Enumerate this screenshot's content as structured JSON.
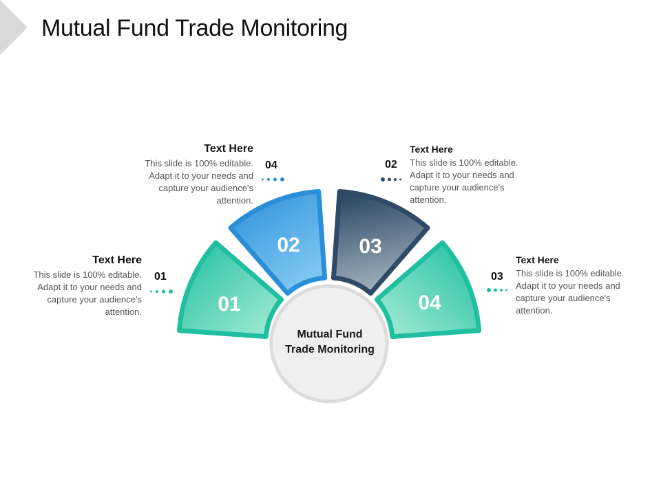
{
  "title": "Mutual Fund Trade Monitoring",
  "center": {
    "line1": "Mutual Fund",
    "line2": "Trade Monitoring"
  },
  "segments": [
    {
      "label": "01",
      "color": "#1fbf9f"
    },
    {
      "label": "02",
      "color": "#2a8fd8"
    },
    {
      "label": "03",
      "color": "#2e4a66"
    },
    {
      "label": "04",
      "color": "#1fbf9f"
    }
  ],
  "callouts": [
    {
      "num": "01",
      "heading": "Text Here",
      "body": "This slide is 100% editable. Adapt it to your needs and capture your audience's attention."
    },
    {
      "num": "04",
      "heading": "Text Here",
      "body": "This slide is 100% editable. Adapt it to your needs and capture your audience's attention."
    },
    {
      "num": "02",
      "heading": "Text Here",
      "body": "This slide is 100% editable. Adapt it to your needs and capture your audience's attention."
    },
    {
      "num": "03",
      "heading": "Text Here",
      "body": "This slide is 100% editable. Adapt it to your needs and capture your audience's attention."
    }
  ],
  "colors": {
    "teal": "#1fbf9f",
    "blue": "#2a8fd8",
    "navy": "#2e4a66",
    "center_fill": "#efefef",
    "center_ring": "#dcdcdc"
  }
}
